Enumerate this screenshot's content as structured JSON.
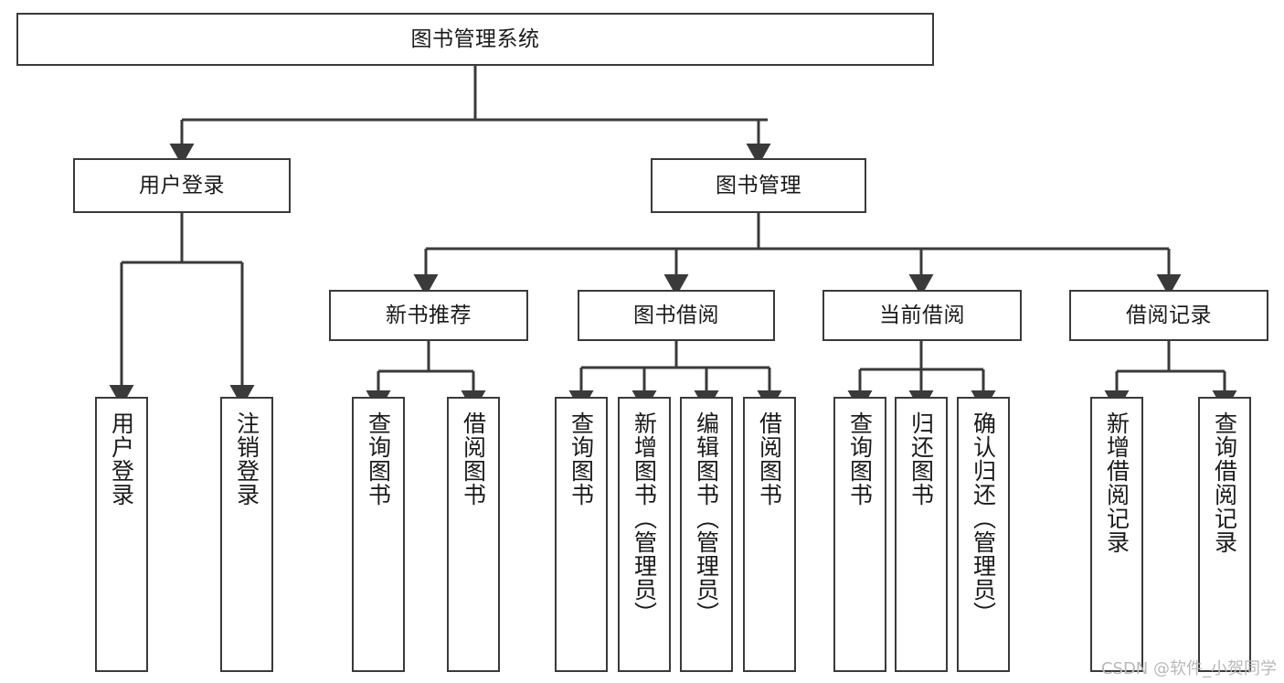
{
  "diagram": {
    "type": "tree",
    "title": "图书管理系统",
    "watermark": "CSDN @软件_小贺同学",
    "colors": {
      "stroke": "#3a3a3a",
      "fill": "#ffffff",
      "text": "#1a1a1a",
      "watermark": "#b9b9b9"
    },
    "nodes": {
      "root": {
        "label": "图书管理系统"
      },
      "level2": [
        {
          "id": "user-login",
          "label": "用户登录"
        },
        {
          "id": "book-manage",
          "label": "图书管理"
        }
      ],
      "level3": [
        {
          "id": "new-book-rec",
          "label": "新书推荐"
        },
        {
          "id": "book-borrow",
          "label": "图书借阅"
        },
        {
          "id": "current-borrow",
          "label": "当前借阅"
        },
        {
          "id": "borrow-record",
          "label": "借阅记录"
        }
      ],
      "leaves": [
        {
          "id": "leaf-user-login",
          "label": "用户登录"
        },
        {
          "id": "leaf-logout",
          "label": "注销登录"
        },
        {
          "id": "leaf-query-book-1",
          "label": "查询图书"
        },
        {
          "id": "leaf-borrow-book-1",
          "label": "借阅图书"
        },
        {
          "id": "leaf-query-book-2",
          "label": "查询图书"
        },
        {
          "id": "leaf-add-book",
          "label": "新增图书（管理员）"
        },
        {
          "id": "leaf-edit-book",
          "label": "编辑图书（管理员）"
        },
        {
          "id": "leaf-borrow-book-2",
          "label": "借阅图书"
        },
        {
          "id": "leaf-query-book-3",
          "label": "查询图书"
        },
        {
          "id": "leaf-return-book",
          "label": "归还图书"
        },
        {
          "id": "leaf-confirm-return",
          "label": "确认归还（管理员）"
        },
        {
          "id": "leaf-add-record",
          "label": "新增借阅记录"
        },
        {
          "id": "leaf-query-record",
          "label": "查询借阅记录"
        }
      ]
    },
    "edges": [
      {
        "from": "root",
        "to": "user-login"
      },
      {
        "from": "root",
        "to": "book-manage"
      },
      {
        "from": "user-login",
        "to": "leaf-user-login"
      },
      {
        "from": "user-login",
        "to": "leaf-logout"
      },
      {
        "from": "book-manage",
        "to": "new-book-rec"
      },
      {
        "from": "book-manage",
        "to": "book-borrow"
      },
      {
        "from": "book-manage",
        "to": "current-borrow"
      },
      {
        "from": "book-manage",
        "to": "borrow-record"
      },
      {
        "from": "new-book-rec",
        "to": "leaf-query-book-1"
      },
      {
        "from": "new-book-rec",
        "to": "leaf-borrow-book-1"
      },
      {
        "from": "book-borrow",
        "to": "leaf-query-book-2"
      },
      {
        "from": "book-borrow",
        "to": "leaf-add-book"
      },
      {
        "from": "book-borrow",
        "to": "leaf-edit-book"
      },
      {
        "from": "book-borrow",
        "to": "leaf-borrow-book-2"
      },
      {
        "from": "current-borrow",
        "to": "leaf-query-book-3"
      },
      {
        "from": "current-borrow",
        "to": "leaf-return-book"
      },
      {
        "from": "current-borrow",
        "to": "leaf-confirm-return"
      },
      {
        "from": "borrow-record",
        "to": "leaf-add-record"
      },
      {
        "from": "borrow-record",
        "to": "leaf-query-record"
      }
    ]
  }
}
